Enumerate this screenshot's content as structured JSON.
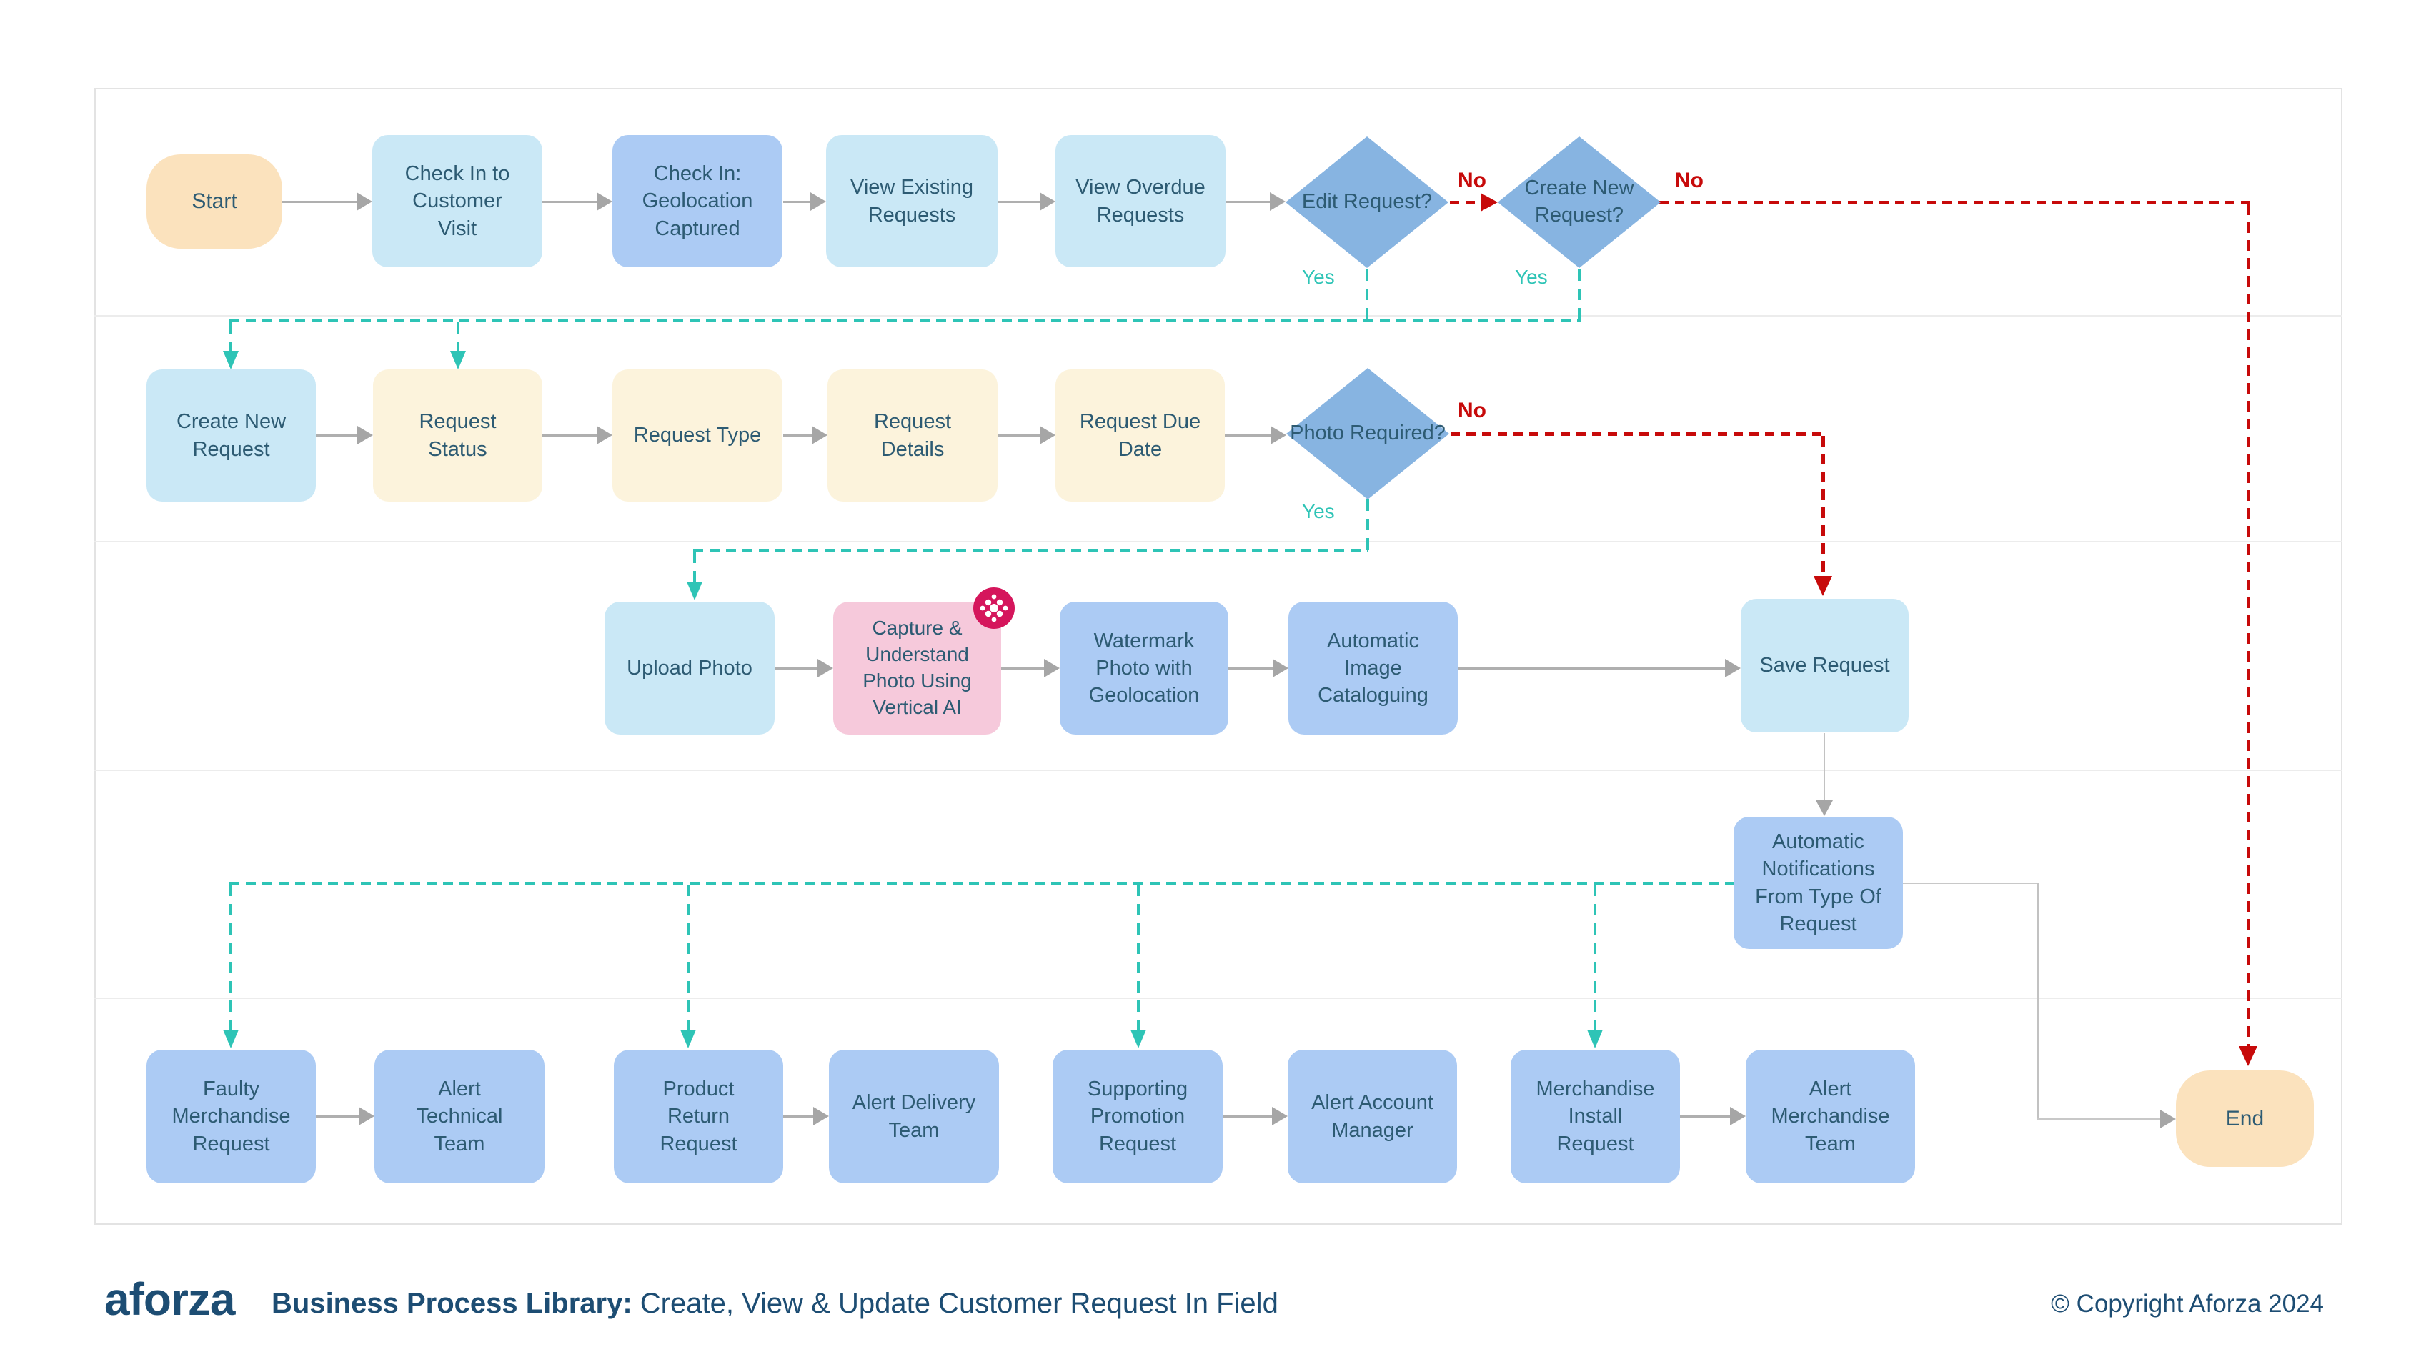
{
  "diagram": {
    "nodes": {
      "start": {
        "label": "Start",
        "type": "terminator"
      },
      "check_in_customer_visit": {
        "label": "Check In to Customer Visit",
        "type": "process"
      },
      "check_in_geolocation": {
        "label": "Check In: Geolocation Captured",
        "type": "process"
      },
      "view_existing_requests": {
        "label": "View Existing Requests",
        "type": "process"
      },
      "view_overdue_requests": {
        "label": "View Overdue Requests",
        "type": "process"
      },
      "edit_request": {
        "label": "Edit Request?",
        "type": "decision"
      },
      "create_new_request_q": {
        "label": "Create New Request?",
        "type": "decision"
      },
      "create_new_request": {
        "label": "Create New Request",
        "type": "process"
      },
      "request_status": {
        "label": "Request Status",
        "type": "data"
      },
      "request_type": {
        "label": "Request Type",
        "type": "data"
      },
      "request_details": {
        "label": "Request Details",
        "type": "data"
      },
      "request_due_date": {
        "label": "Request Due Date",
        "type": "data"
      },
      "photo_required": {
        "label": "Photo Required?",
        "type": "decision"
      },
      "upload_photo": {
        "label": "Upload Photo",
        "type": "process"
      },
      "capture_understand_photo": {
        "label": "Capture & Understand Photo Using Vertical AI",
        "type": "ai-process"
      },
      "watermark_photo": {
        "label": "Watermark Photo with Geolocation",
        "type": "process"
      },
      "automatic_image_cataloguing": {
        "label": "Automatic Image Cataloguing",
        "type": "process"
      },
      "save_request": {
        "label": "Save Request",
        "type": "process"
      },
      "automatic_notifications": {
        "label": "Automatic Notifications From Type Of Request",
        "type": "process"
      },
      "faulty_merchandise_request": {
        "label": "Faulty Merchandise Request",
        "type": "process"
      },
      "alert_technical_team": {
        "label": "Alert Technical Team",
        "type": "process"
      },
      "product_return_request": {
        "label": "Product Return Request",
        "type": "process"
      },
      "alert_delivery_team": {
        "label": "Alert Delivery Team",
        "type": "process"
      },
      "supporting_promotion_request": {
        "label": "Supporting Promotion Request",
        "type": "process"
      },
      "alert_account_manager": {
        "label": "Alert Account Manager",
        "type": "process"
      },
      "merchandise_install_request": {
        "label": "Merchandise Install Request",
        "type": "process"
      },
      "alert_merchandise_team": {
        "label": "Alert Merchandise Team",
        "type": "process"
      },
      "end": {
        "label": "End",
        "type": "terminator"
      }
    },
    "edge_labels": {
      "yes": "Yes",
      "no": "No"
    },
    "edges": [
      {
        "from": "start",
        "to": "check_in_customer_visit",
        "style": "solid"
      },
      {
        "from": "check_in_customer_visit",
        "to": "check_in_geolocation",
        "style": "solid"
      },
      {
        "from": "check_in_geolocation",
        "to": "view_existing_requests",
        "style": "solid"
      },
      {
        "from": "view_existing_requests",
        "to": "view_overdue_requests",
        "style": "solid"
      },
      {
        "from": "view_overdue_requests",
        "to": "edit_request",
        "style": "solid"
      },
      {
        "from": "edit_request",
        "to": "create_new_request_q",
        "label": "No",
        "style": "red-dashed"
      },
      {
        "from": "edit_request",
        "to": "request_status",
        "label": "Yes",
        "style": "teal-dashed"
      },
      {
        "from": "create_new_request_q",
        "to": "create_new_request",
        "label": "Yes",
        "style": "teal-dashed"
      },
      {
        "from": "create_new_request_q",
        "to": "end",
        "label": "No",
        "style": "red-dashed"
      },
      {
        "from": "create_new_request",
        "to": "request_status",
        "style": "solid"
      },
      {
        "from": "request_status",
        "to": "request_type",
        "style": "solid"
      },
      {
        "from": "request_type",
        "to": "request_details",
        "style": "solid"
      },
      {
        "from": "request_details",
        "to": "request_due_date",
        "style": "solid"
      },
      {
        "from": "request_due_date",
        "to": "photo_required",
        "style": "solid"
      },
      {
        "from": "photo_required",
        "to": "upload_photo",
        "label": "Yes",
        "style": "teal-dashed"
      },
      {
        "from": "photo_required",
        "to": "save_request",
        "label": "No",
        "style": "red-dashed"
      },
      {
        "from": "upload_photo",
        "to": "capture_understand_photo",
        "style": "solid"
      },
      {
        "from": "capture_understand_photo",
        "to": "watermark_photo",
        "style": "solid"
      },
      {
        "from": "watermark_photo",
        "to": "automatic_image_cataloguing",
        "style": "solid"
      },
      {
        "from": "automatic_image_cataloguing",
        "to": "save_request",
        "style": "solid"
      },
      {
        "from": "save_request",
        "to": "automatic_notifications",
        "style": "solid"
      },
      {
        "from": "automatic_notifications",
        "to": "faulty_merchandise_request",
        "style": "teal-dashed"
      },
      {
        "from": "automatic_notifications",
        "to": "product_return_request",
        "style": "teal-dashed"
      },
      {
        "from": "automatic_notifications",
        "to": "supporting_promotion_request",
        "style": "teal-dashed"
      },
      {
        "from": "automatic_notifications",
        "to": "merchandise_install_request",
        "style": "teal-dashed"
      },
      {
        "from": "automatic_notifications",
        "to": "end",
        "style": "solid"
      },
      {
        "from": "faulty_merchandise_request",
        "to": "alert_technical_team",
        "style": "solid"
      },
      {
        "from": "product_return_request",
        "to": "alert_delivery_team",
        "style": "solid"
      },
      {
        "from": "supporting_promotion_request",
        "to": "alert_account_manager",
        "style": "solid"
      },
      {
        "from": "merchandise_install_request",
        "to": "alert_merchandise_team",
        "style": "solid"
      }
    ],
    "colors": {
      "terminator_fill": "#FBE2BD",
      "process_light_blue": "#CAE8F6",
      "process_periwinkle": "#ACCBF4",
      "data_cream": "#FCF3DC",
      "ai_pink": "#F6C9DB",
      "decision_blue": "#87B4E1",
      "teal_connector": "#2EC4B6",
      "red_connector": "#C70A0A",
      "gray_connector": "#AFAFAF",
      "node_text": "#2D5B73",
      "badge_crimson": "#D5165C"
    }
  },
  "footer": {
    "logo": "aforza",
    "title_bold": "Business Process Library:",
    "title_regular": " Create, View & Update Customer Request In Field",
    "copyright": "© Copyright Aforza 2024"
  }
}
